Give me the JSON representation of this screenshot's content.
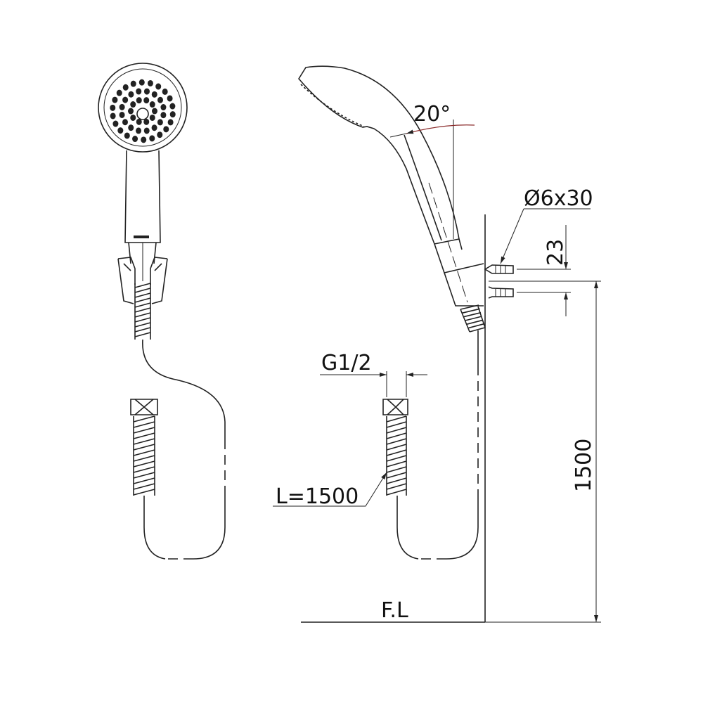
{
  "labels": {
    "angle": "20°",
    "anchor": "Ø6x30",
    "spacing": "23",
    "thread": "G1/2",
    "hose_length": "L=1500",
    "height": "1500",
    "floor": "F.L"
  },
  "colors": {
    "line": "#222222",
    "angle_arc": "#8a2a2a"
  }
}
